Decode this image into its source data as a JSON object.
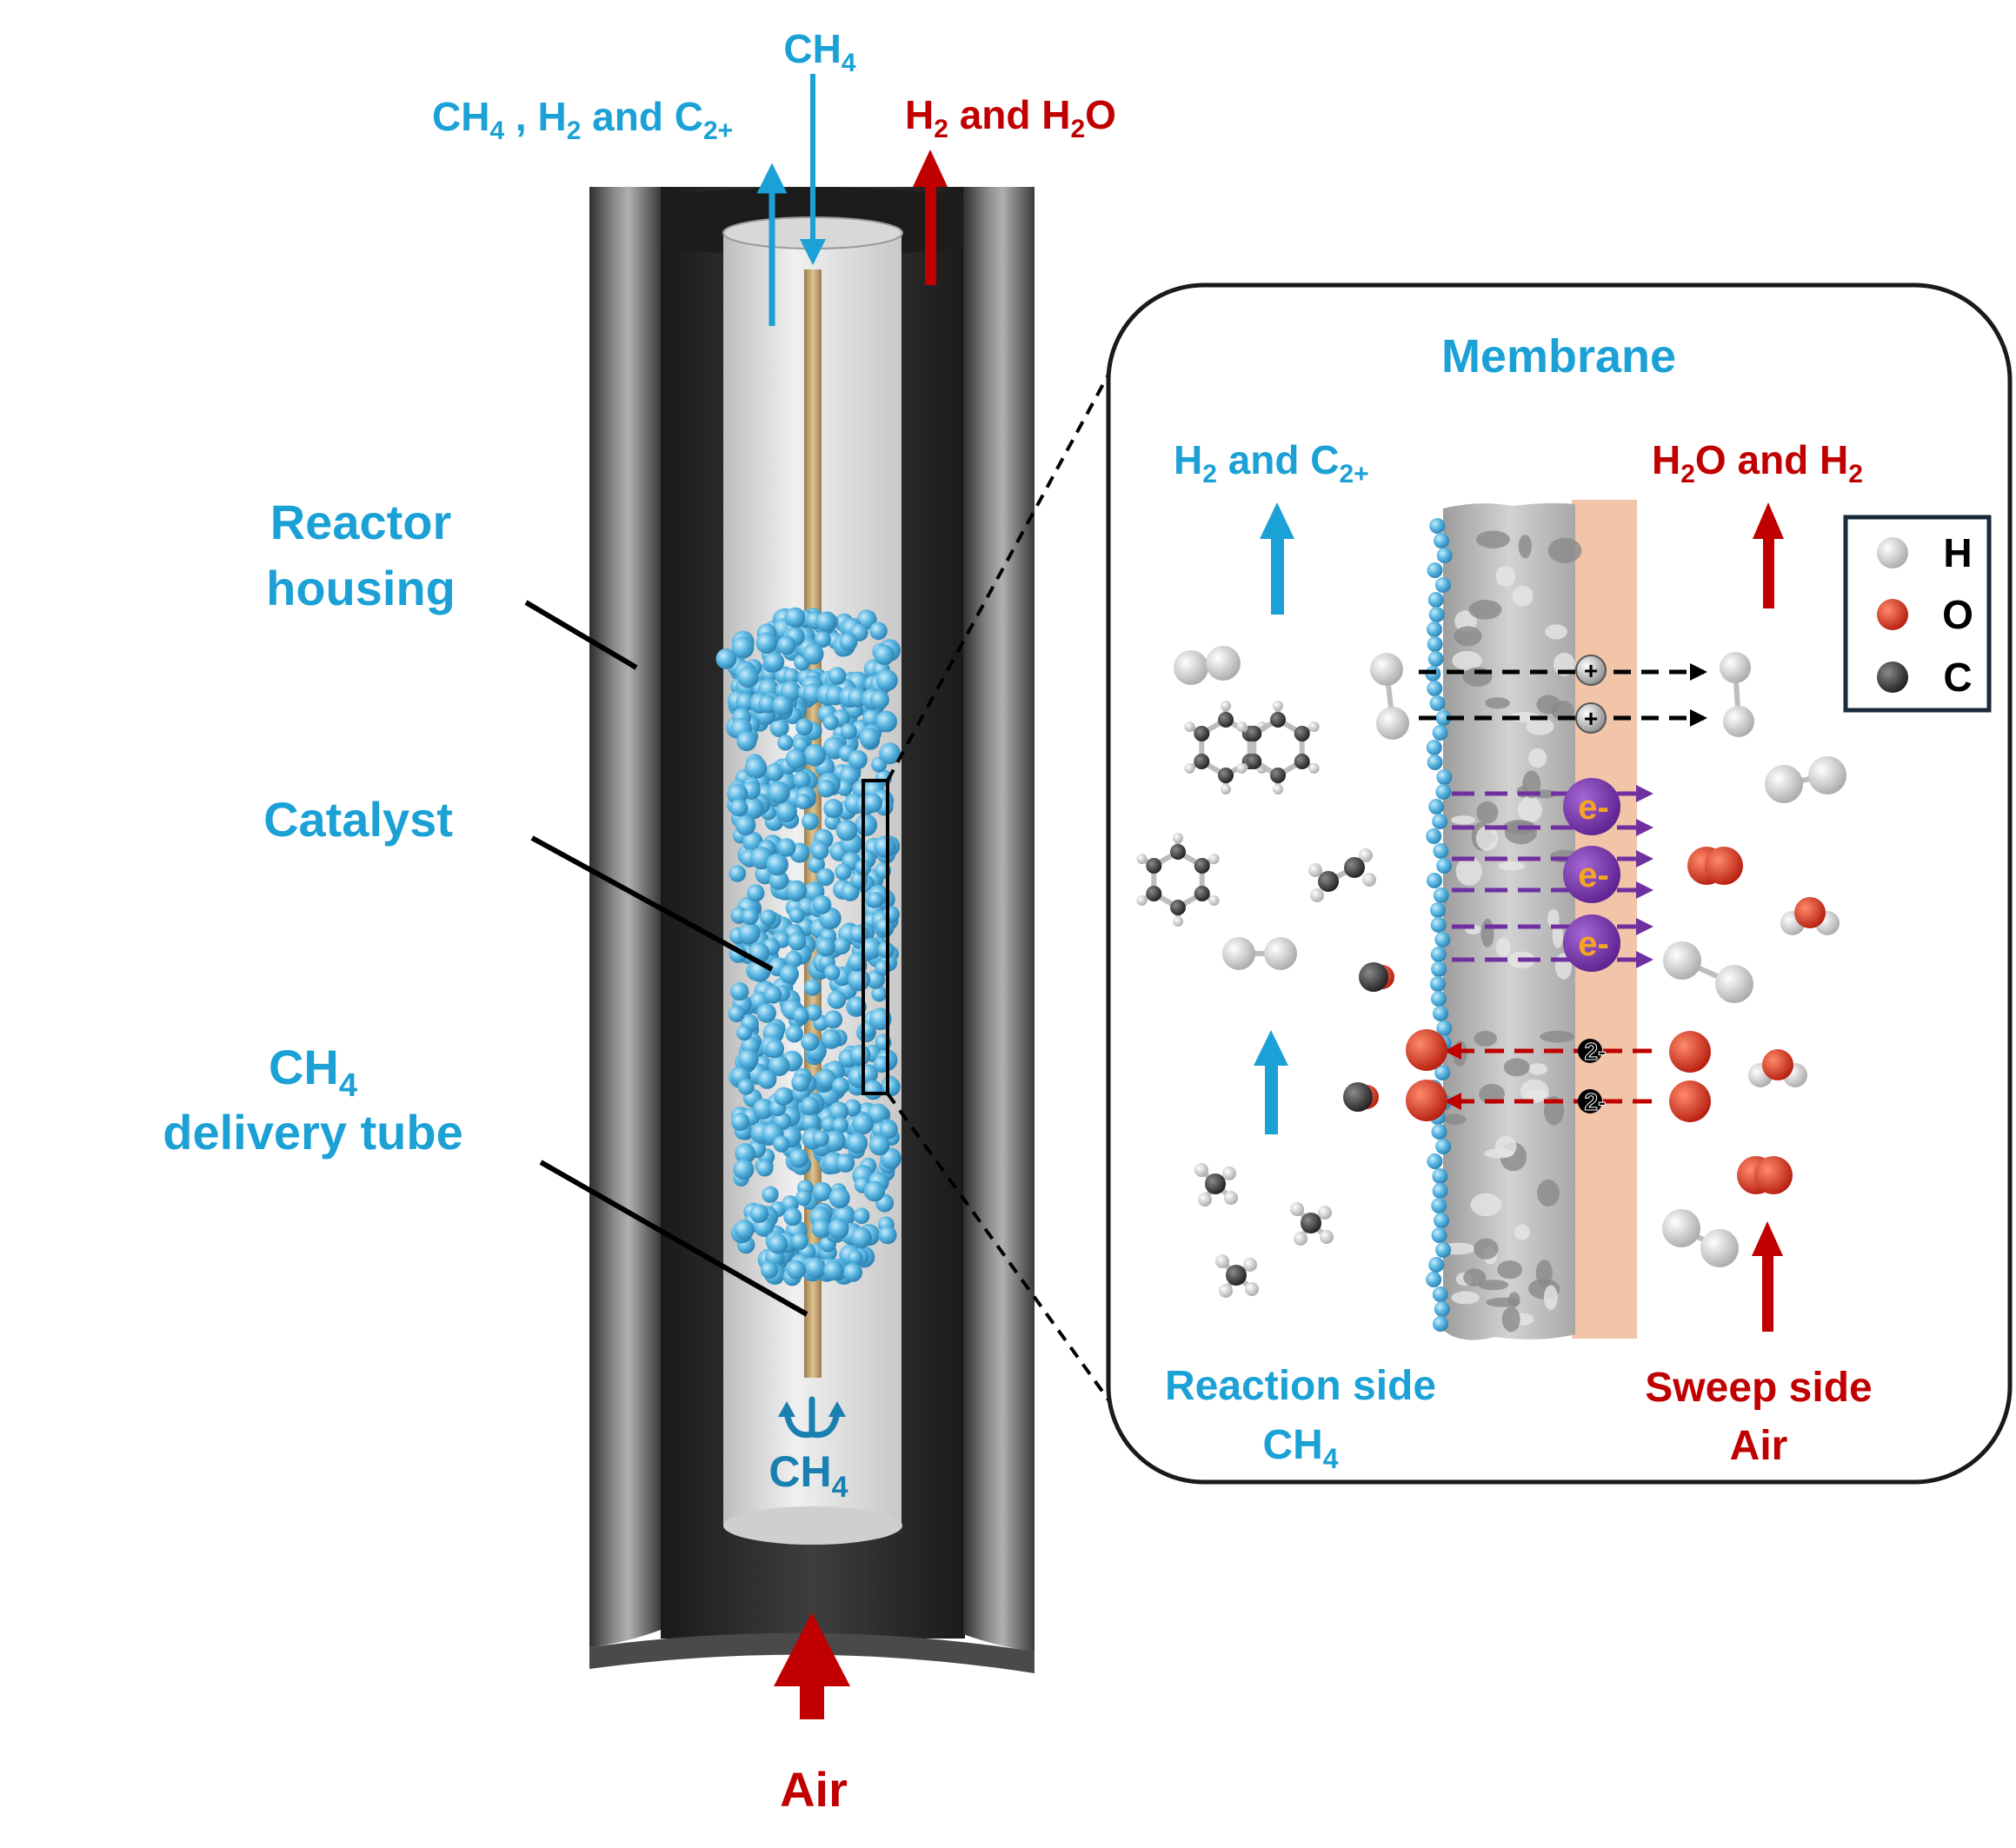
{
  "colors": {
    "blue": "#1ba1d6",
    "red": "#c00000",
    "purple": "#7030a0",
    "orange": "#f5a623",
    "housing_dark": "#3c3c3c",
    "housing_light": "#9a9a9a",
    "tube_light": "#e4e4e4",
    "delivery_tube": "#c8a26c",
    "membrane_gray": "#b5b5b5",
    "membrane_peach": "#f2c4a8"
  },
  "reactor": {
    "inlet": {
      "base": "CH",
      "sub": "4"
    },
    "outlet_reaction": {
      "t1": "CH",
      "s1": "4",
      "t2": " , H",
      "s2": "2",
      "t3": " and C",
      "s3": "2+"
    },
    "outlet_sweep": {
      "t1": "H",
      "s1": "2",
      "t2": " and H",
      "s2": "2",
      "t3": "O"
    },
    "bottom_inlet_label": "Air",
    "bottom_ch4": {
      "base": "CH",
      "sub": "4"
    }
  },
  "labels": {
    "housing": {
      "line1": "Reactor",
      "line2": "housing"
    },
    "catalyst": "Catalyst",
    "delivery": {
      "l1_base": "CH",
      "l1_sub": "4",
      "line2": "delivery tube"
    }
  },
  "inset": {
    "title": "Membrane",
    "left_top": {
      "t1": "H",
      "s1": "2",
      "t2": " and C",
      "s2": "2+"
    },
    "right_top": {
      "t1": "H",
      "s1": "2",
      "t2": "O and H",
      "s2": "2"
    },
    "left_bottom": {
      "line1": "Reaction side",
      "l2_base": "CH",
      "l2_sub": "4"
    },
    "right_bottom": {
      "line1": "Sweep side",
      "line2": "Air"
    },
    "proton_symbol": "+",
    "electron_label": "e-",
    "oxide_label": "2-",
    "legend": [
      {
        "symbol": "H",
        "icon": "hydrogen-atom-icon",
        "color": "#e8e8e8"
      },
      {
        "symbol": "O",
        "icon": "oxygen-atom-icon",
        "color": "#d42a1a"
      },
      {
        "symbol": "C",
        "icon": "carbon-atom-icon",
        "color": "#2e2e2e"
      }
    ]
  }
}
